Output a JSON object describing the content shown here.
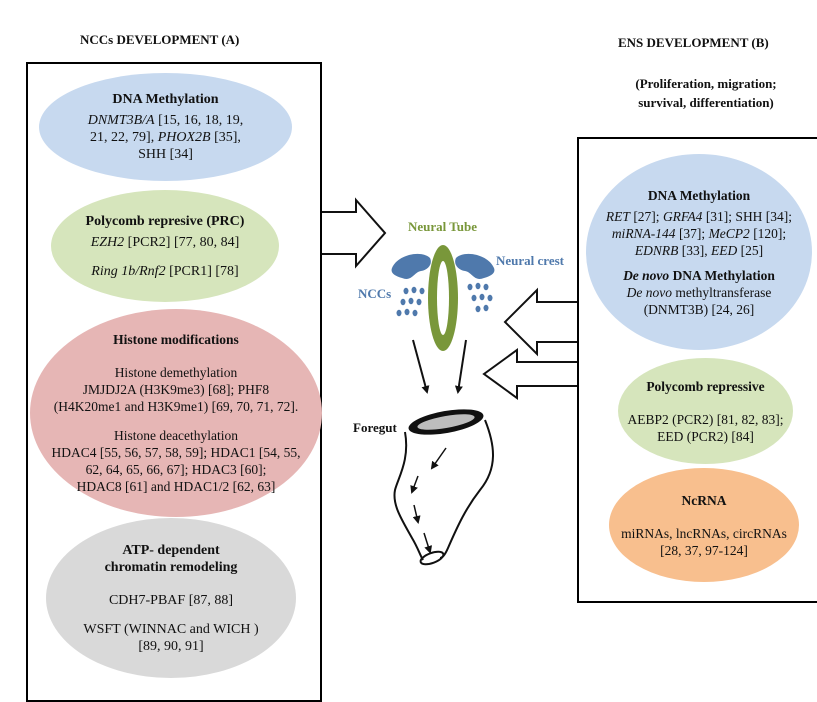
{
  "left_header": "NCCs DEVELOPMENT (A)",
  "right_header": "ENS DEVELOPMENT (B)",
  "right_subtitle_1": "(Proliferation, migration;",
  "right_subtitle_2": "survival, differentiation)",
  "left": {
    "dna": {
      "title": "DNA Methylation",
      "l1_it": "DNMT3B/A",
      "l1": " [15, 16, 18, 19,",
      "l2a": "21, 22, 79], ",
      "l2_it": "PHOX2B",
      "l2b": " [35],",
      "l3": "SHH [34]"
    },
    "prc": {
      "title": "Polycomb represive (PRC)",
      "l1_it": "EZH2",
      "l1": " [PCR2] [77, 80, 84]",
      "l2_it": "Ring 1b/Rnf2",
      "l2": " [PCR1] [78]"
    },
    "histone": {
      "title": "Histone modifications",
      "s1": "Histone demethylation",
      "s1_l1": "JMJDJ2A (H3K9me3) [68]; PHF8",
      "s1_l2": "(H4K20me1 and H3K9me1) [69, 70, 71, 72].",
      "s2": "Histone deacethylation",
      "s2_l1": "HDAC4 [55, 56, 57, 58, 59]; HDAC1 [54, 55,",
      "s2_l2": "62, 64, 65, 66, 67]; HDAC3 [60];",
      "s2_l3": "HDAC8 [61] and HDAC1/2 [62, 63]"
    },
    "atp": {
      "title1": "ATP- dependent",
      "title2": "chromatin remodeling",
      "l1": "CDH7-PBAF [87, 88]",
      "l2": "WSFT (WINNAC and WICH )",
      "l3": "[89, 90, 91]"
    }
  },
  "right": {
    "dna": {
      "title": "DNA Methylation",
      "l1_it_a": "RET",
      "l1_a": " [27]; ",
      "l1_it_b": "GRFA4",
      "l1_b": " [31]; SHH [34];",
      "l2_it_a": "miRNA-144",
      "l2_a": " [37]; ",
      "l2_it_b": "MeCP2",
      "l2_b": " [120];",
      "l3_it_a": "EDNRB",
      "l3_a": " [33], ",
      "l3_it_b": "EED",
      "l3_b": " [25]",
      "denovo_it": "De novo",
      "denovo_title": " DNA Methylation",
      "denovo_l1_it": "De novo",
      "denovo_l1": " methyltransferase",
      "denovo_l2": "(DNMT3B) [24, 26]"
    },
    "prc": {
      "title": "Polycomb repressive",
      "l1": "AEBP2 (PCR2) [81, 82, 83];",
      "l2": "EED (PCR2) [84]"
    },
    "ncrna": {
      "title": "NcRNA",
      "l1": "miRNAs, lncRNAs, circRNAs",
      "l2": "[28, 37, 97-124]"
    }
  },
  "center": {
    "neural_tube": "Neural Tube",
    "neural_crest": "Neural crest",
    "nccs": "NCCs",
    "foregut": "Foregut"
  },
  "colors": {
    "blue": "#c7d9ef",
    "green": "#d6e5bc",
    "red": "#e6b6b5",
    "grey": "#d9d9d9",
    "orange": "#f8bf8e",
    "tube_green": "#79973a",
    "crest_blue": "#4f79ac"
  }
}
